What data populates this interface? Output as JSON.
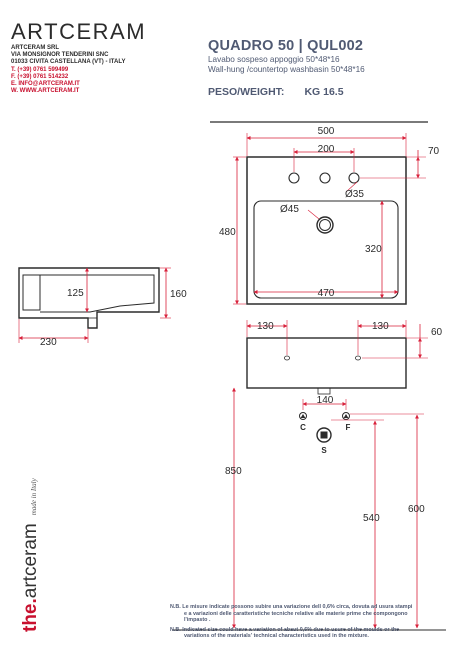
{
  "brand": {
    "logo_text": "ARTCERAM",
    "side_prefix": "the.",
    "side_main": "artceram",
    "side_tagline": "made in Italy"
  },
  "company": {
    "name": "ARTCERAM SRL",
    "street": "VIA MONSIGNOR TENDERINI SNC",
    "city": "01033 CIVITA CASTELLANA (VT) - ITALY",
    "phone": "T. (+39) 0761 599499",
    "fax": "F. (+39) 0761 514232",
    "email": "E. INFO@ARTCERAM.IT",
    "web": "W. WWW.ARTCERAM.IT"
  },
  "product": {
    "title": "QUADRO 50 | QUL002",
    "desc_it": "Lavabo  sospeso appoggio 50*48*16",
    "desc_en": "Wall-hung /countertop washbasin 50*48*16",
    "weight_label": "PESO/WEIGHT:",
    "weight_value": "KG 16.5"
  },
  "dimensions": {
    "top_width": "500",
    "top_taphole_spacing": "200",
    "top_edge_offset": "70",
    "taphole_diameter": "Ø35",
    "drain_diameter": "Ø45",
    "depth": "480",
    "basin_depth": "320",
    "basin_width": "470",
    "side_height": "160",
    "side_inner_height": "125",
    "side_depth": "230",
    "front_left_offset": "130",
    "front_right_offset": "130",
    "front_right_height": "60",
    "drain_spacing": "140",
    "label_cold": "C",
    "label_hot": "F",
    "label_drain": "S",
    "install_height": "850",
    "drain_height": "540",
    "supply_height": "600"
  },
  "notes": {
    "it_prefix": "N.B.",
    "it_line1": "Le misure indicate possono subire una variazione dell 0,6% circa, dovuta ad usura stampi",
    "it_line2": "e a variazioni delle caratteristiche tecniche relative alle materie  prime che  compongono",
    "it_line3": "l'impasto .",
    "en_prefix": "N.B.",
    "en_line1": "Indicated size could have a variation  of  abaut 0,6%  due   to usure of  the  moulds or the",
    "en_line2": "variations of the materials' technical characteristics used in the mixture."
  },
  "colors": {
    "dimension": "#d8203a",
    "brand_red": "#c8102e",
    "text_blue": "#505a73",
    "line": "#2b2b2b"
  }
}
